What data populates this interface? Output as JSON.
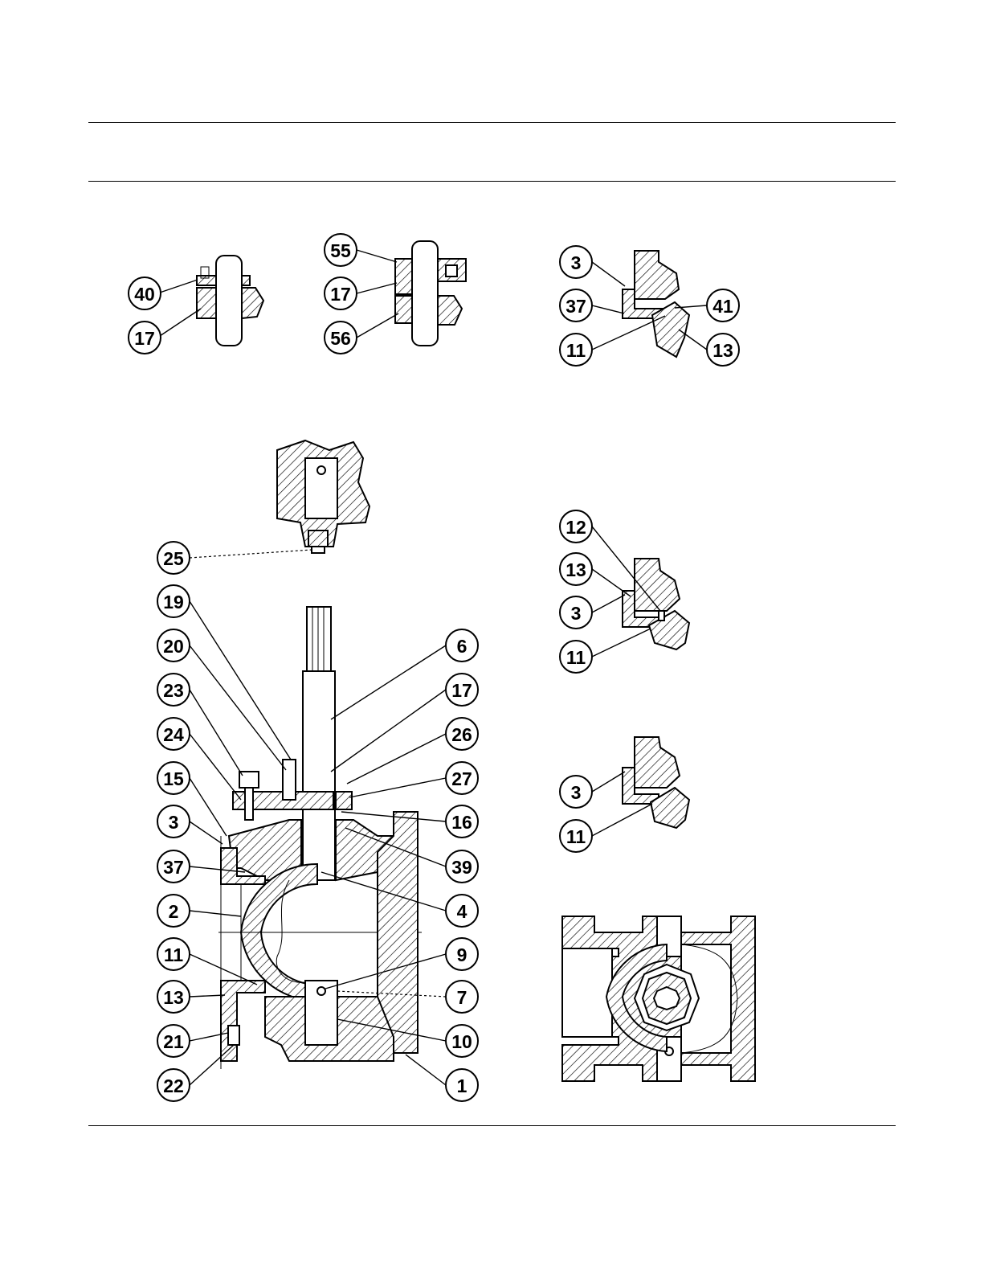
{
  "callouts": {
    "pkg_a": [
      "40",
      "17"
    ],
    "pkg_b": [
      "55",
      "17",
      "56"
    ],
    "seat_a": [
      "3",
      "37",
      "11",
      "41",
      "13"
    ],
    "plug": [
      "25"
    ],
    "main_left": [
      "19",
      "20",
      "23",
      "24",
      "15",
      "3",
      "37",
      "2",
      "11",
      "13",
      "21",
      "22"
    ],
    "main_right": [
      "6",
      "17",
      "26",
      "27",
      "16",
      "39",
      "4",
      "9",
      "7",
      "10",
      "1"
    ],
    "seat_b": [
      "12",
      "13",
      "3",
      "11"
    ],
    "seat_c": [
      "3",
      "11"
    ]
  }
}
